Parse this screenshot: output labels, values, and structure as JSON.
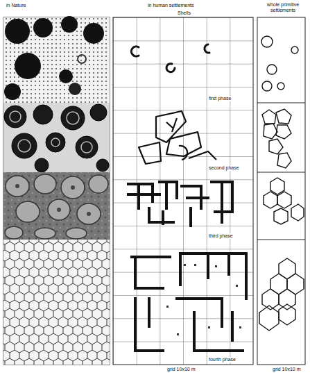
{
  "diagram": {
    "labels": [
      "in Nature",
      "in human settlements",
      "Shells",
      "whole primitive settlements",
      "first phase",
      "second phase",
      "third phase",
      "fourth phase",
      "grid 10x10 m",
      "grid 10x10 m"
    ]
  }
}
